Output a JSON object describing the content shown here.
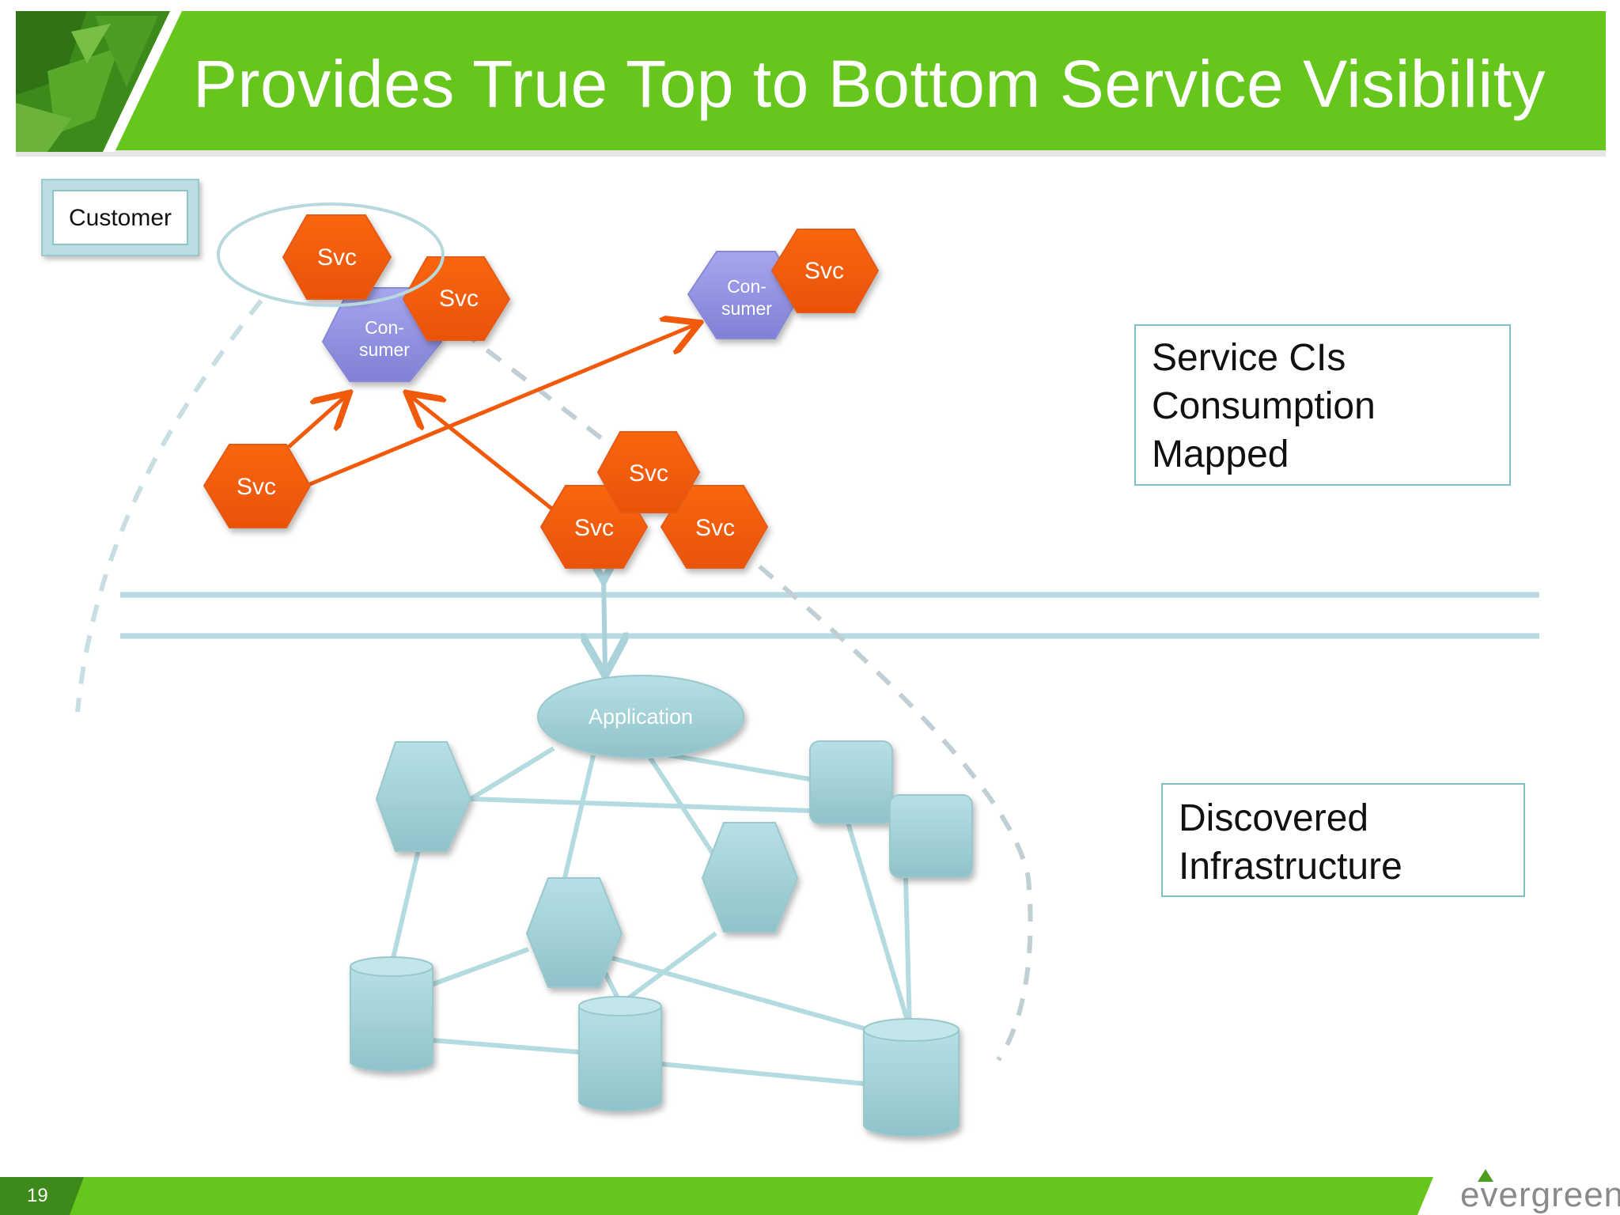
{
  "slide": {
    "title": "Provides True Top to Bottom Service Visibility",
    "page_number": "19",
    "logo_text": "evergreen",
    "colors": {
      "green": "#66c61c",
      "orange": "#f15a0a",
      "purple": "#9090dd",
      "teal": "#a9d6dc"
    }
  },
  "diagram": {
    "customer_label": "Customer",
    "svc_label": "Svc",
    "consumer_label": [
      "Con-",
      "sumer"
    ],
    "application_label": "Application",
    "service_cis": [
      "Service CIs",
      "Consumption",
      "Mapped"
    ],
    "discovered": [
      "Discovered",
      "Infrastructure"
    ]
  }
}
